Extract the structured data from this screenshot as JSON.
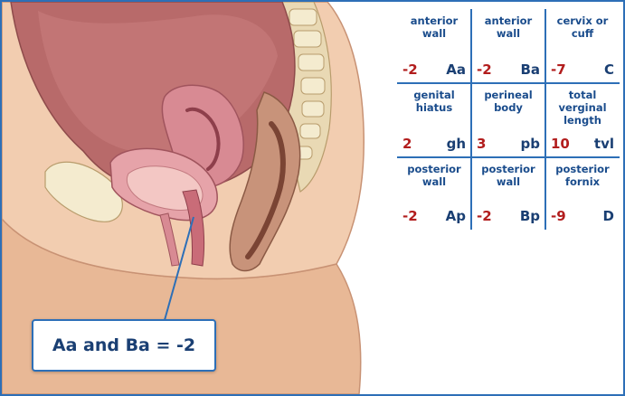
{
  "grid": {
    "cells": [
      {
        "label": "anterior wall",
        "value": "-2",
        "code": "Aa"
      },
      {
        "label": "anterior wall",
        "value": "-2",
        "code": "Ba"
      },
      {
        "label": "cervix or cuff",
        "value": "-7",
        "code": "C"
      },
      {
        "label": "genital hiatus",
        "value": "2",
        "code": "gh"
      },
      {
        "label": "perineal body",
        "value": "3",
        "code": "pb"
      },
      {
        "label": "total verginal length",
        "value": "10",
        "code": "tvl"
      },
      {
        "label": "posterior wall",
        "value": "-2",
        "code": "Ap"
      },
      {
        "label": "posterior wall",
        "value": "-2",
        "code": "Bp"
      },
      {
        "label": "posterior fornix",
        "value": "-9",
        "code": "D"
      }
    ]
  },
  "callout": {
    "text": "Aa and Ba = -2"
  },
  "colors": {
    "border": "#2d6fb7",
    "label": "#1a4c8c",
    "value": "#b21d1d",
    "code": "#1a3f73",
    "skin": "#f2cdb0"
  }
}
